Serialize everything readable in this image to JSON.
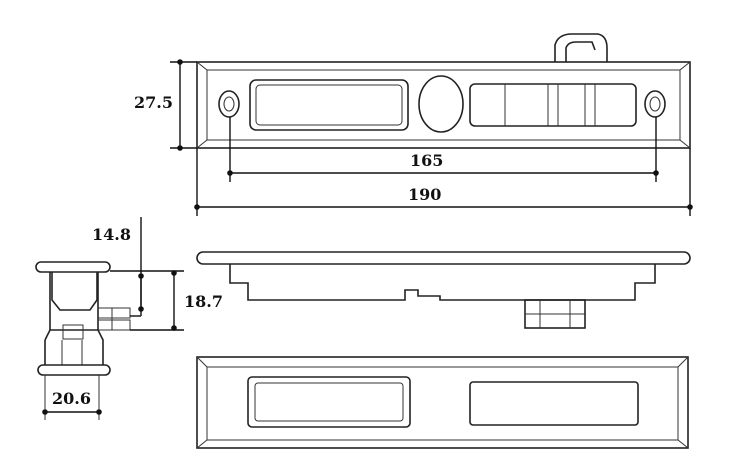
{
  "dimensions": {
    "height_front": "27.5",
    "screw_spacing": "165",
    "overall_length": "190",
    "latch_offset": "14.8",
    "body_depth": "18.7",
    "end_width": "20.6"
  },
  "colors": {
    "line": "#222222",
    "background": "#ffffff"
  }
}
